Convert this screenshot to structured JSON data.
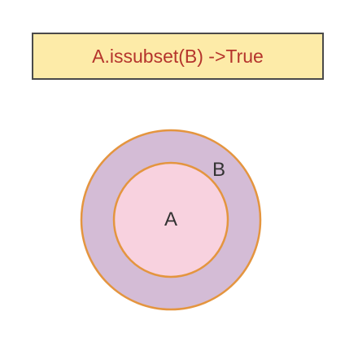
{
  "caption": {
    "text": "A.issubset(B) ->True"
  },
  "sets": {
    "outer": {
      "label": "B"
    },
    "inner": {
      "label": "A"
    }
  },
  "colors": {
    "caption_fill": "#fdeba8",
    "caption_text": "#b5342c",
    "caption_border": "#4a4a4a",
    "outer_fill": "#d4bcd6",
    "inner_fill": "#f8d2df",
    "circle_stroke": "#e4953f",
    "label_text": "#333333"
  }
}
